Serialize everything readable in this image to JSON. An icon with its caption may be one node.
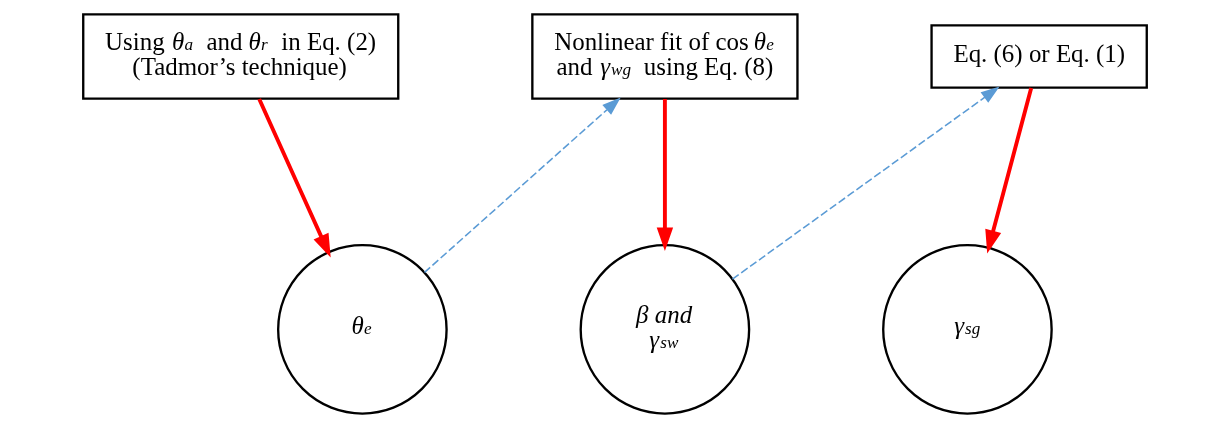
{
  "diagram": {
    "nodes": [
      {
        "text": [
          "Using *θ*$_{a}$ and *θ*$_{r}$ in Eq. (2) (Tadmor’s technique)"
        ]
      },
      {
        "text": [
          "θ$_{e}$"
        ]
      },
      {
        "text": [
          "Nonlinear fit of cos *θ*$_{e}$ and *γ*$_{wg}$ using Eq. (8)"
        ]
      },
      {
        "text": [
          "β and γ$_{sw}$"
        ]
      },
      {
        "text": [
          "Eq. (6) or Eq. (1)"
        ]
      },
      {
        "text": [
          "γ$_{sg}$"
        ]
      }
    ],
    "edges": [
      {
        "from": 0,
        "to": 1,
        "arrow": "to"
      },
      {
        "from": 1,
        "to": 2,
        "arrow": "to",
        "style": "dashed",
        "color": "#5b9bd5"
      },
      {
        "from": 2,
        "to": 3,
        "arrow": "to"
      },
      {
        "from": 3,
        "to": 4,
        "arrow": "to",
        "style": "dashed",
        "color": "#5b9bd5"
      },
      {
        "from": 4,
        "to": 5,
        "arrow": "to"
      }
    ]
  }
}
